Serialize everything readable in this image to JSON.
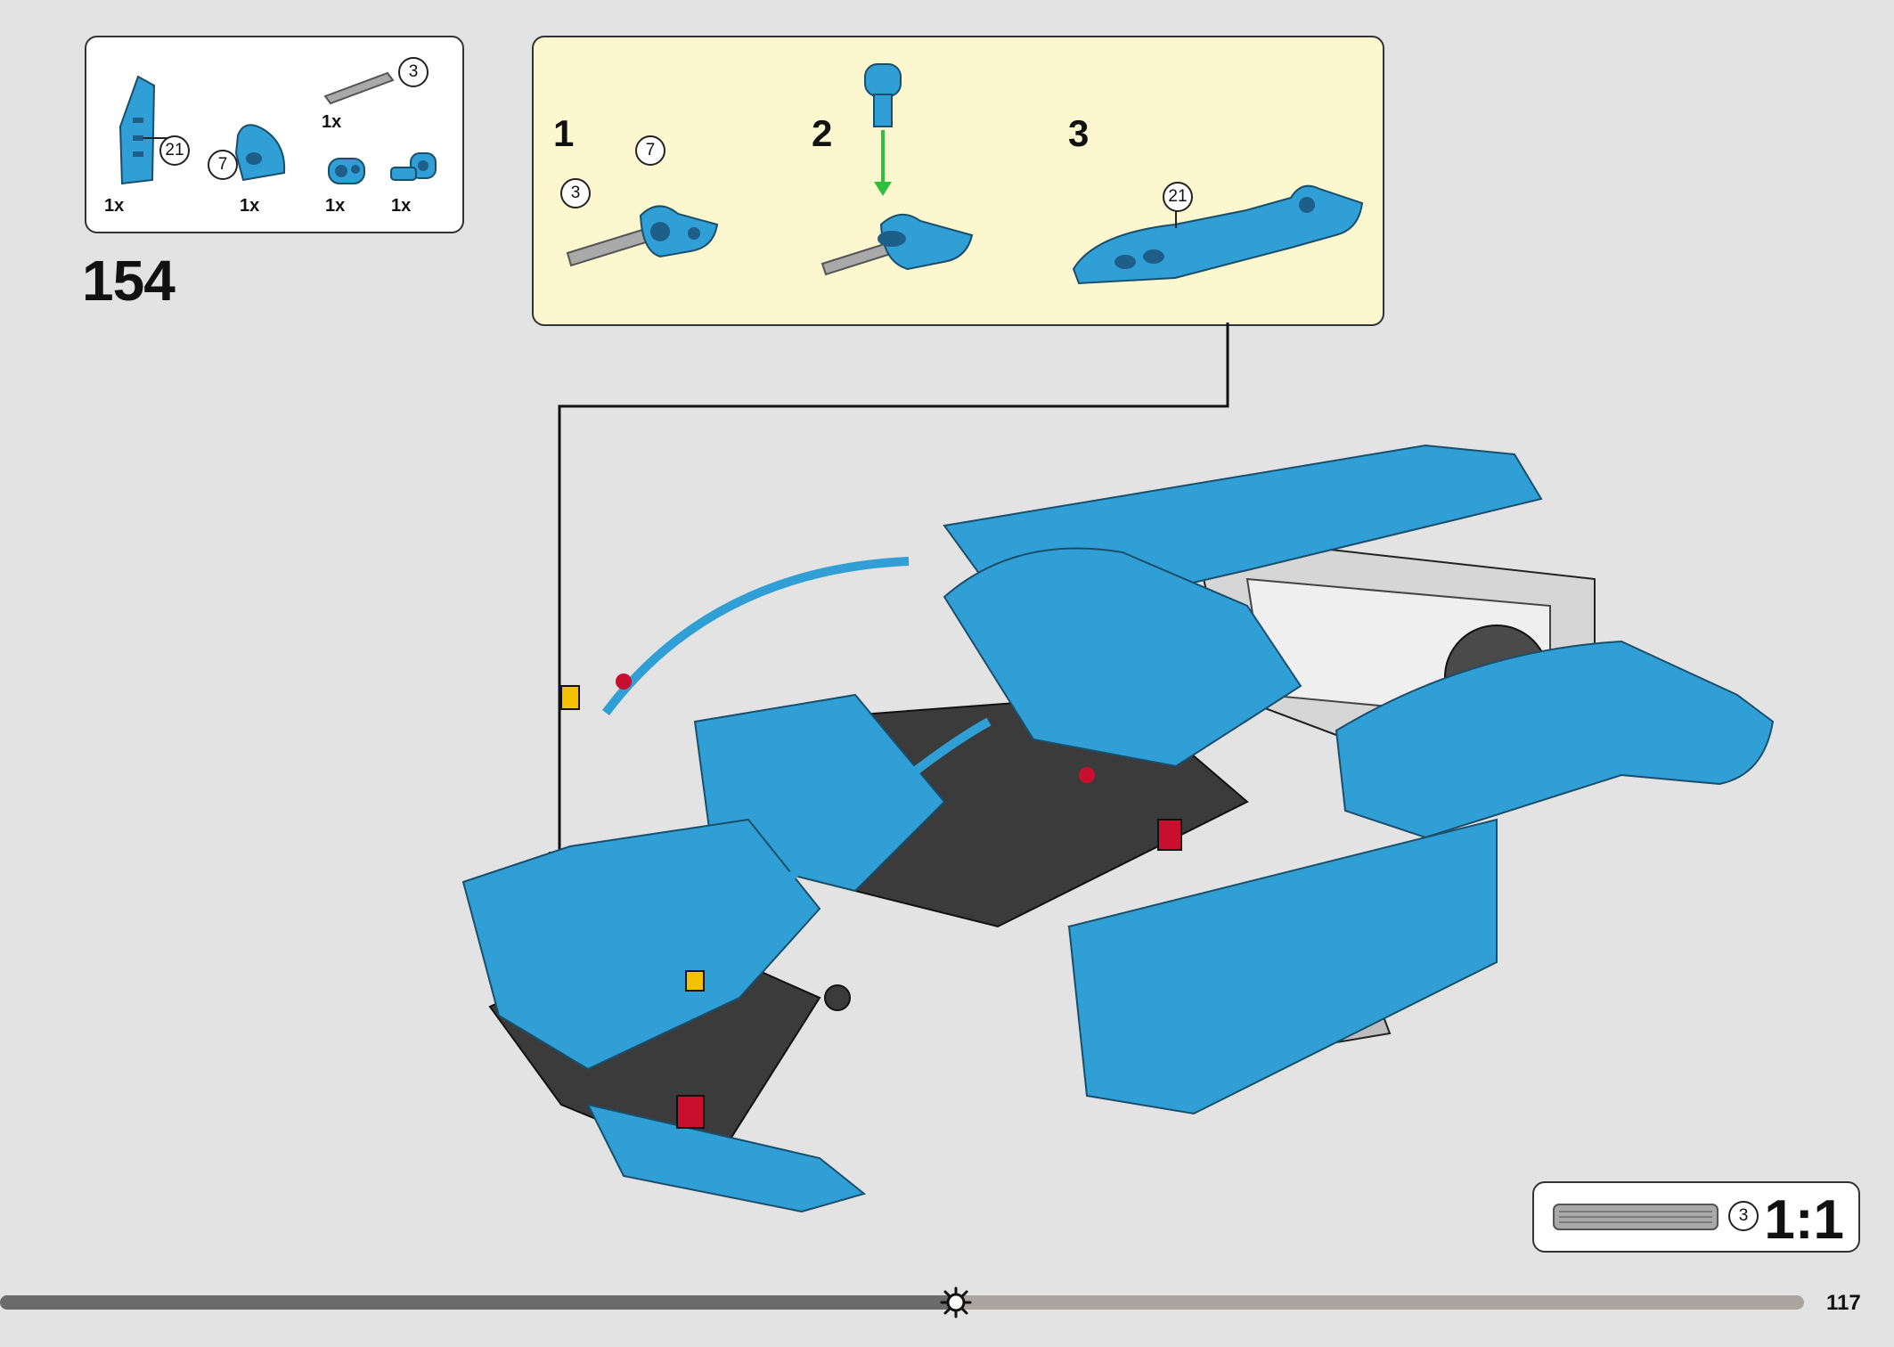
{
  "page": {
    "step_number": "154",
    "page_number": "117"
  },
  "colors": {
    "part_blue": "#2f9fd6",
    "callout_yellow": "#fcf7cf",
    "axle_gray": "#a9a9a9",
    "dark_gray": "#3b3b3b",
    "red": "#c8102e"
  },
  "parts_list": {
    "items": [
      {
        "qty": "1x",
        "callout": "21",
        "icon": "long-panel-icon"
      },
      {
        "qty": "1x",
        "callout": "7",
        "icon": "curved-panel-icon"
      },
      {
        "qty": "1x",
        "callout": "3",
        "icon": "axle-icon"
      },
      {
        "qty": "1x",
        "callout": "",
        "icon": "axle-connector-icon"
      },
      {
        "qty": "1x",
        "callout": "",
        "icon": "pin-connector-icon"
      }
    ]
  },
  "sub_assembly": {
    "steps": [
      {
        "number": "1",
        "callouts": [
          "7",
          "3"
        ]
      },
      {
        "number": "2",
        "callouts": []
      },
      {
        "number": "3",
        "callouts": [
          "21"
        ]
      }
    ]
  },
  "scale_guide": {
    "callout": "3",
    "ratio": "1:1"
  },
  "progress": {
    "fraction": 0.53,
    "icon": "gear-icon"
  }
}
